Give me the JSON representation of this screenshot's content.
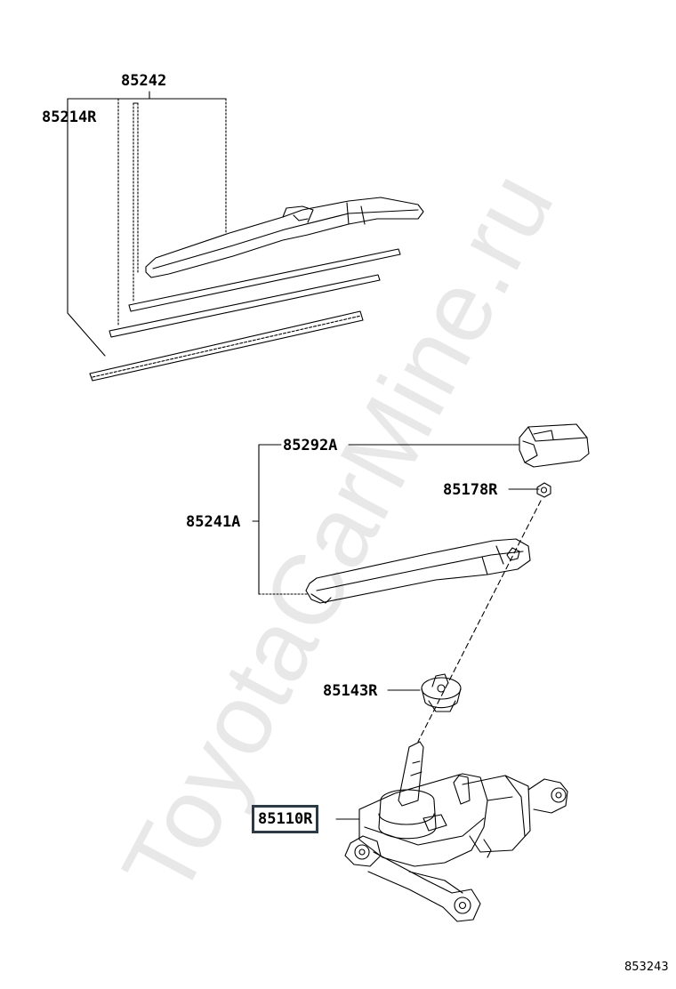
{
  "watermark": "ToyotaCarMine.ru",
  "figure_number": "853243",
  "colors": {
    "line": "#000000",
    "highlight_box": "#2b3a48",
    "watermark": "#e6e6e6"
  },
  "callouts": {
    "blade_refill": "85242",
    "blade_assy": "85214R",
    "arm_cover": "85292A",
    "nut": "85178R",
    "arm_assy": "85241A",
    "pivot_cap": "85143R",
    "motor": "85110R"
  }
}
